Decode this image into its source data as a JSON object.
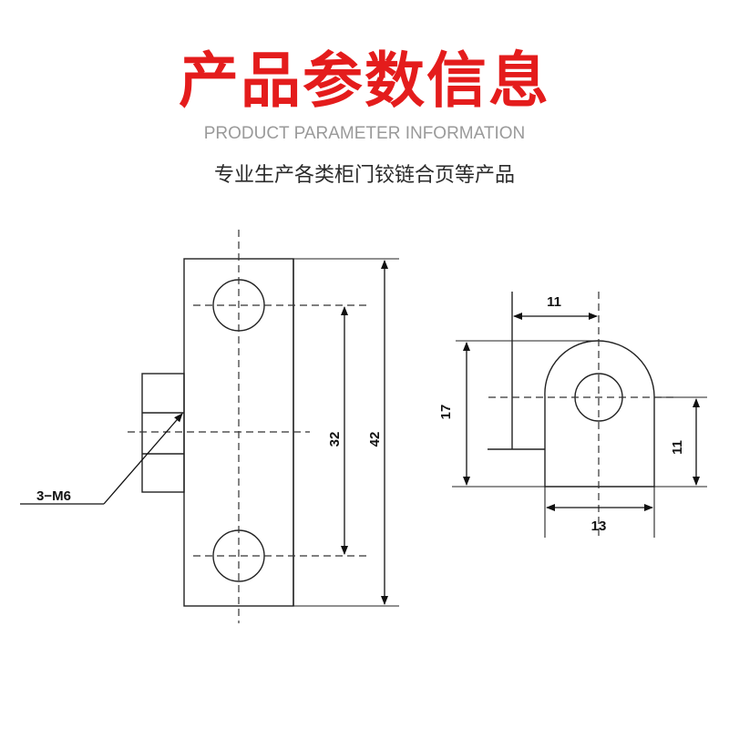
{
  "header": {
    "title": "产品参数信息",
    "subtitle": "PRODUCT PARAMETER INFORMATION",
    "description": "专业生产各类柜门铰链合页等产品"
  },
  "front_view": {
    "hole_spec": "3−M6",
    "dim_hole_spacing": "32",
    "dim_total_height": "42"
  },
  "side_view": {
    "dim_top_width": "11",
    "dim_height": "17",
    "dim_hole_height": "11",
    "dim_base_width": "13"
  },
  "colors": {
    "title": "#e41c1c",
    "line": "#222222",
    "subtitle": "#9a9a9a"
  }
}
